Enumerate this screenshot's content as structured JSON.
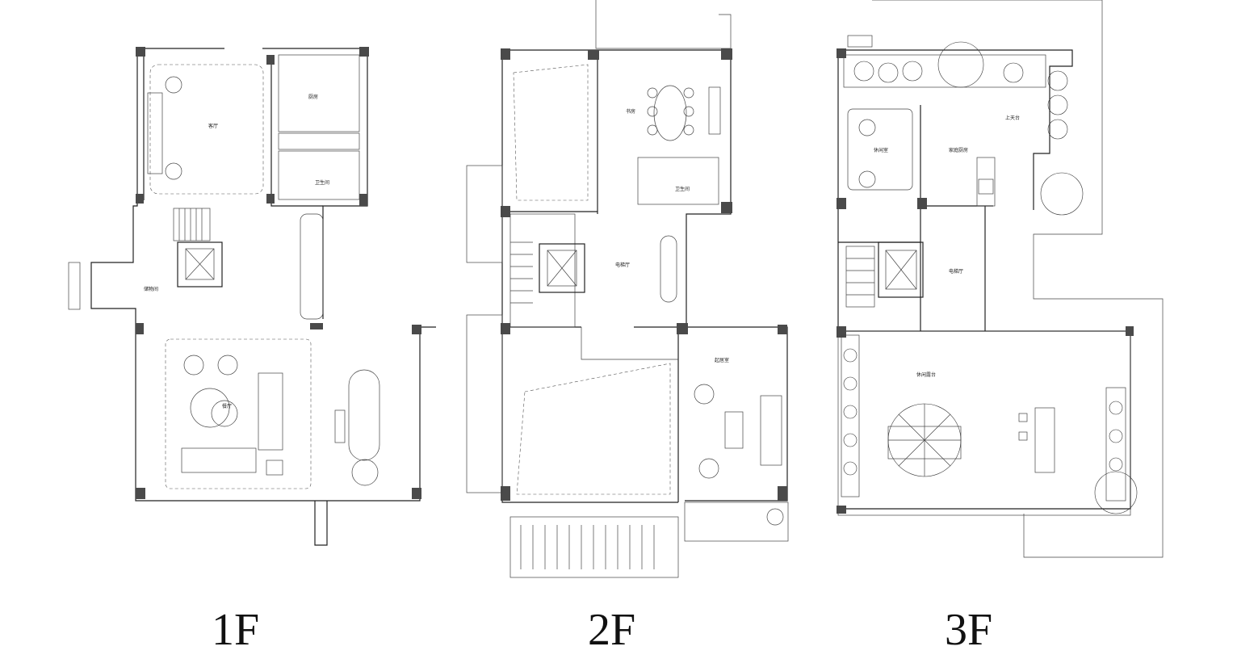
{
  "floors": [
    {
      "label": "1F"
    },
    {
      "label": "2F"
    },
    {
      "label": "3F"
    }
  ],
  "colors": {
    "wall": "#222222",
    "column": "#4a4a4a",
    "background": "#ffffff"
  },
  "icons": [
    "sofa-icon",
    "chair-icon",
    "table-icon",
    "tree-icon",
    "stair-icon",
    "elevator-icon",
    "door-icon"
  ]
}
